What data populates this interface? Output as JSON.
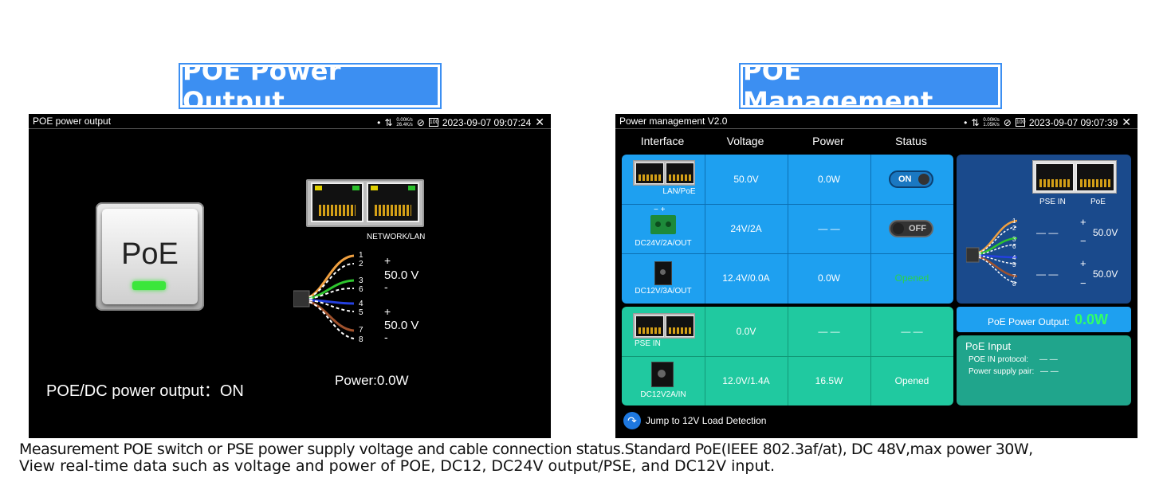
{
  "banners": {
    "left": "POE Power Output",
    "right": "POE Management"
  },
  "left_screen": {
    "title": "POE power output",
    "status": {
      "dot": "•",
      "net_arrows": "⇅",
      "speed_up": "0.00K/s",
      "speed_down": "26.4K/s",
      "battery_text": "100",
      "datetime": "2023-09-07 09:07:24",
      "close": "✕"
    },
    "poe_button_label": "PoE",
    "port_label": "NETWORK/LAN",
    "pins": [
      "1",
      "2",
      "3",
      "6",
      "4",
      "5",
      "7",
      "8"
    ],
    "pair1": {
      "plus": "+",
      "voltage": "50.0 V",
      "minus": "-"
    },
    "pair2": {
      "plus": "+",
      "voltage": "50.0 V",
      "minus": "-"
    },
    "output_status": "POE/DC power output：ON",
    "power": "Power:0.0W"
  },
  "right_screen": {
    "title": "Power management V2.0",
    "status": {
      "dot": "•",
      "net_arrows": "⇅",
      "speed_up": "0.00K/s",
      "speed_down": "1.05K/s",
      "battery_text": "100",
      "datetime": "2023-09-07 09:07:39",
      "close": "✕"
    },
    "headers": [
      "Interface",
      "Voltage",
      "Power",
      "Status"
    ],
    "rows": [
      {
        "interface": "LAN/PoE",
        "voltage": "50.0V",
        "power": "0.0W",
        "status": "ON"
      },
      {
        "interface": "DC24V/2A/OUT",
        "voltage": "24V/2A",
        "power": "— —",
        "status": "OFF",
        "polarity": "−  +"
      },
      {
        "interface": "DC12V/3A/OUT",
        "voltage": "12.4V/0.0A",
        "power": "0.0W",
        "status": "Opened"
      },
      {
        "interface": "PSE IN",
        "voltage": "0.0V",
        "power": "— —",
        "status": "— —"
      },
      {
        "interface": "DC12V2A/IN",
        "voltage": "12.0V/1.4A",
        "power": "16.5W",
        "status": "Opened"
      }
    ],
    "side_panel": {
      "port_labels": [
        "PSE IN",
        "PoE"
      ],
      "pins": [
        "1",
        "2",
        "3",
        "6",
        "4",
        "5",
        "7",
        "8"
      ],
      "pair1": {
        "dash": "— —",
        "plus": "+",
        "voltage": "50.0V",
        "minus": "−"
      },
      "pair2": {
        "dash": "— —",
        "plus": "+",
        "voltage": "50.0V",
        "minus": "−"
      }
    },
    "poe_output": {
      "label": "PoE Power Output:",
      "value": "0.0W"
    },
    "poe_input": {
      "title": "PoE Input",
      "protocol_label": "POE IN protocol:",
      "protocol_value": "— —",
      "pair_label": "Power supply pair:",
      "pair_value": "— —"
    },
    "jump_link": "Jump to 12V Load Detection"
  },
  "description": {
    "line1": "Measurement POE switch or PSE power supply voltage and cable connection status.Standard PoE(IEEE 802.3af/at), DC 48V,max power 30W,",
    "line2": "View real-time data such as voltage and power of POE, DC12, DC24V output/PSE, and DC12V input."
  },
  "colors": {
    "banner": "#3c8ff2",
    "blue_table": "#1ea0f0",
    "teal_table": "#20c9a0",
    "side_panel": "#1a4a8c",
    "highlight_green": "#2fff6a",
    "opened_green": "#2bd24a"
  }
}
